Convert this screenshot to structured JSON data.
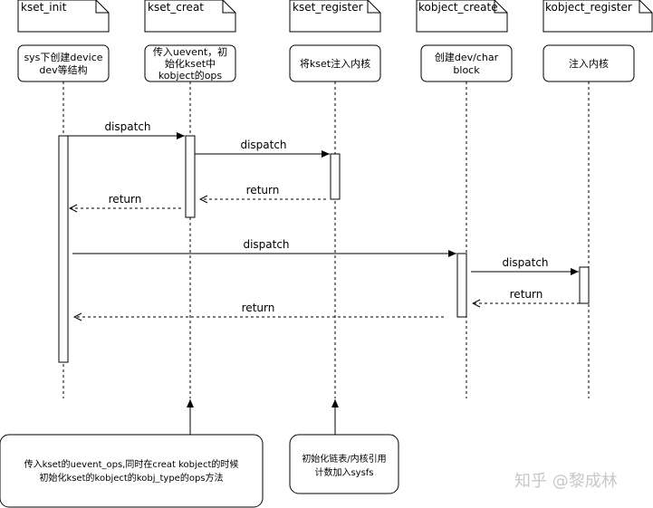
{
  "participants": [
    {
      "id": "kset_init",
      "title": "kset_init",
      "box_lines": [
        "sys下创建device",
        "dev等结构"
      ]
    },
    {
      "id": "kset_creat",
      "title": "kset_creat",
      "box_lines": [
        "传入uevent，初",
        "始化kset中",
        "kobject的ops"
      ]
    },
    {
      "id": "kset_register",
      "title": "kset_register",
      "box_lines": [
        "将kset注入内核"
      ]
    },
    {
      "id": "kobject_create",
      "title": "kobject_create",
      "box_lines": [
        "创建dev/char",
        "block"
      ]
    },
    {
      "id": "kobject_register",
      "title": "kobject_register",
      "box_lines": [
        "注入内核"
      ]
    }
  ],
  "messages": [
    {
      "id": "m1",
      "label": "dispatch",
      "from": "kset_init",
      "to": "kset_creat",
      "style": "solid"
    },
    {
      "id": "m2",
      "label": "dispatch",
      "from": "kset_creat",
      "to": "kset_register",
      "style": "solid"
    },
    {
      "id": "m3",
      "label": "return",
      "from": "kset_register",
      "to": "kset_creat",
      "style": "dashed"
    },
    {
      "id": "m4",
      "label": "return",
      "from": "kset_creat",
      "to": "kset_init",
      "style": "dashed"
    },
    {
      "id": "m5",
      "label": "dispatch",
      "from": "kset_init",
      "to": "kobject_create",
      "style": "solid"
    },
    {
      "id": "m6",
      "label": "dispatch",
      "from": "kobject_create",
      "to": "kobject_register",
      "style": "solid"
    },
    {
      "id": "m7",
      "label": "return",
      "from": "kobject_register",
      "to": "kobject_create",
      "style": "dashed"
    },
    {
      "id": "m8",
      "label": "return",
      "from": "kobject_create",
      "to": "kset_init",
      "style": "dashed"
    }
  ],
  "callouts": [
    {
      "id": "c1",
      "points_to": "kset_creat",
      "lines": [
        "传入kset的uevent_ops,同时在creat kobject的时候",
        "初始化kset的kobject的kobj_type的ops方法"
      ]
    },
    {
      "id": "c2",
      "points_to": "kset_register",
      "lines": [
        "初始化链表/内核引用",
        "计数加入sysfs"
      ]
    }
  ],
  "watermark": "知乎 @黎成林"
}
